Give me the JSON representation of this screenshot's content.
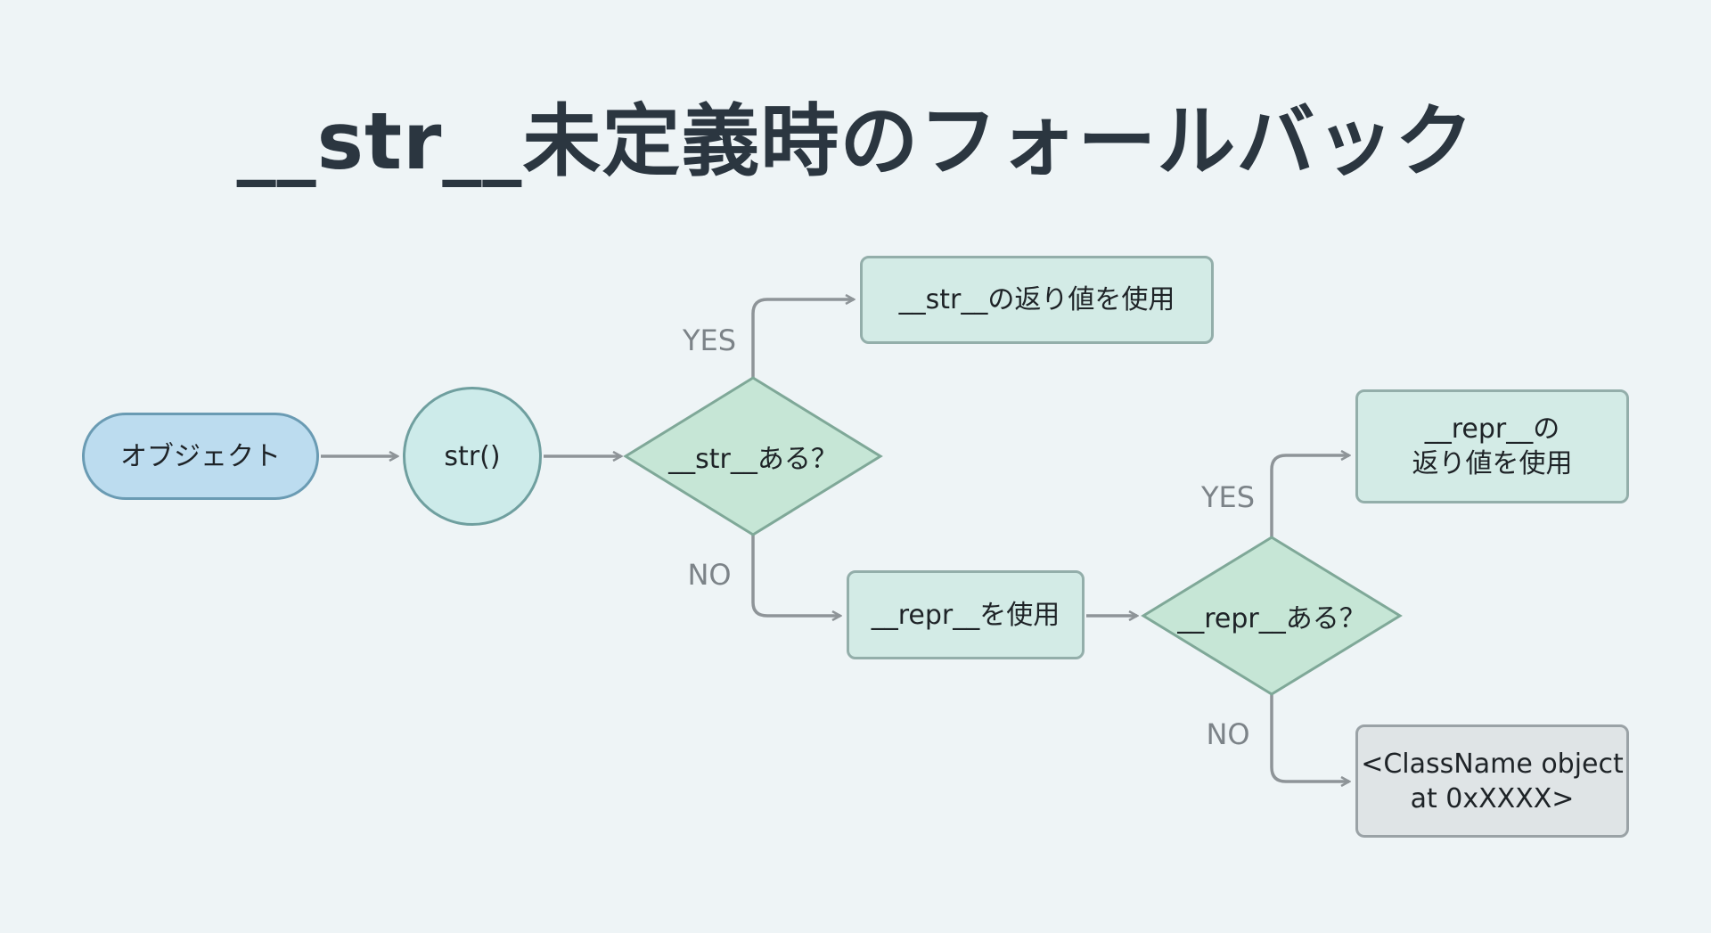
{
  "title": "__str__未定義時のフォールバック",
  "nodes": {
    "object": "オブジェクト",
    "str_call": "str()",
    "has_str": "__str__ある？",
    "str_return": "__str__の返り値を使用",
    "use_repr": "__repr__を使用",
    "has_repr": "__repr__ある？",
    "repr_return_line1": "__repr__の",
    "repr_return_line2": "返り値を使用",
    "default_line1": "<ClassName object",
    "default_line2": "at 0xXXXX>"
  },
  "edge_labels": {
    "str_yes": "YES",
    "str_no": "NO",
    "repr_yes": "YES",
    "repr_no": "NO"
  },
  "colors": {
    "background": "#eef4f6",
    "start_fill": "#bcdcef",
    "process_fill": "#d3ebe6",
    "decision_fill": "#c6e6d6",
    "default_fill": "#dfe4e6",
    "arrow": "#8e9498"
  }
}
